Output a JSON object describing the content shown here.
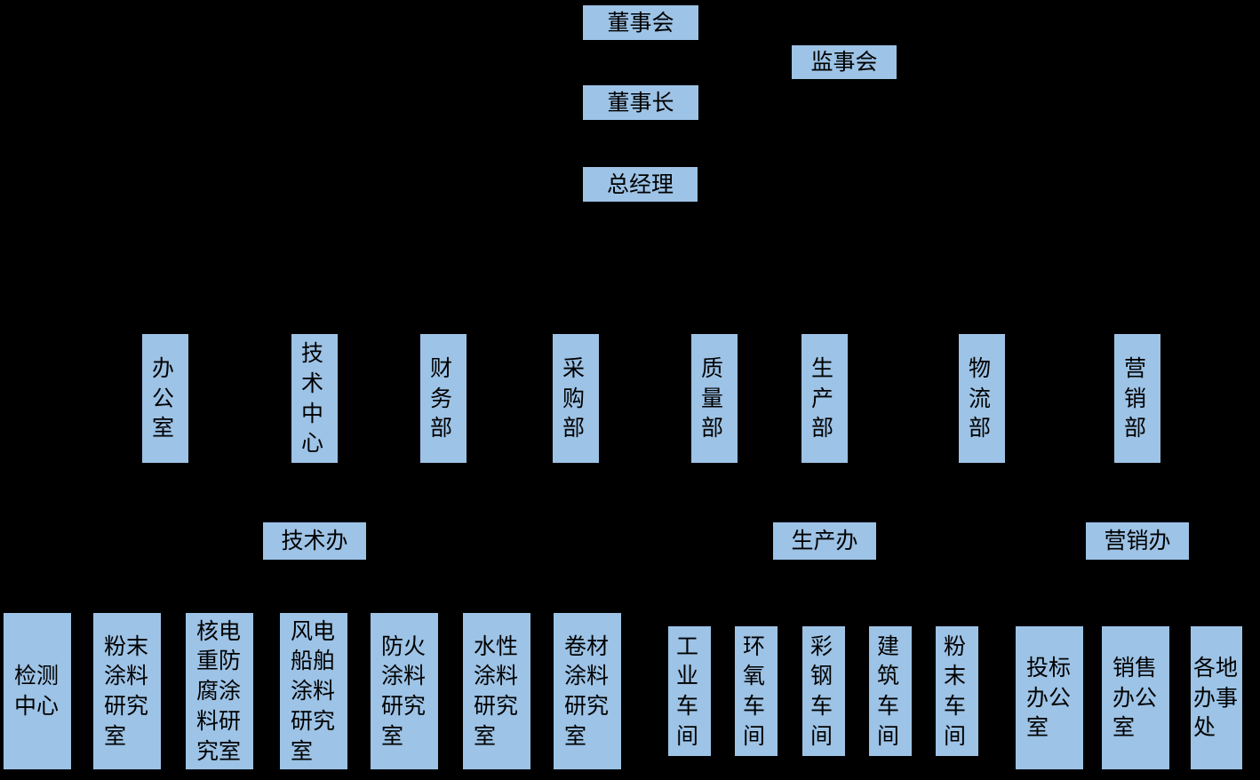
{
  "colors": {
    "background": "#000000",
    "node_fill": "#9DC3E6",
    "node_text": "#000000"
  },
  "org": {
    "top": [
      {
        "id": "board-of-directors",
        "label": "董事会"
      },
      {
        "id": "supervisory-board",
        "label": "监事会"
      },
      {
        "id": "chairman",
        "label": "董事长"
      },
      {
        "id": "general-manager",
        "label": "总经理"
      }
    ],
    "departments": [
      {
        "id": "office",
        "label": "办公室"
      },
      {
        "id": "technical-center",
        "label": "技术中心"
      },
      {
        "id": "finance-dept",
        "label": "财务部"
      },
      {
        "id": "purchasing-dept",
        "label": "采购部"
      },
      {
        "id": "quality-dept",
        "label": "质量部"
      },
      {
        "id": "production-dept",
        "label": "生产部"
      },
      {
        "id": "logistics-dept",
        "label": "物流部"
      },
      {
        "id": "marketing-dept",
        "label": "营销部"
      }
    ],
    "offices": [
      {
        "id": "technical-office",
        "label": "技术办"
      },
      {
        "id": "production-office",
        "label": "生产办"
      },
      {
        "id": "marketing-office",
        "label": "营销办"
      }
    ],
    "units": [
      {
        "id": "testing-center",
        "label": "检测中心"
      },
      {
        "id": "powder-coating-research-lab",
        "label": "粉末涂料研究室"
      },
      {
        "id": "nuclear-heavy-anticorrosion-coating-research-lab",
        "label": "核电重防腐涂料研究室"
      },
      {
        "id": "wind-marine-coating-research-lab",
        "label": "风电船舶涂料研究室"
      },
      {
        "id": "fireproof-coating-research-lab",
        "label": "防火涂料研究室"
      },
      {
        "id": "waterborne-coating-research-lab",
        "label": "水性涂料研究室"
      },
      {
        "id": "coil-coating-research-lab",
        "label": "卷材涂料研究室"
      },
      {
        "id": "industrial-workshop",
        "label": "工业车间"
      },
      {
        "id": "epoxy-workshop",
        "label": "环氧车间"
      },
      {
        "id": "color-steel-workshop",
        "label": "彩钢车间"
      },
      {
        "id": "construction-workshop",
        "label": "建筑车间"
      },
      {
        "id": "powder-workshop",
        "label": "粉末车间"
      },
      {
        "id": "bidding-office",
        "label": "投标办公室"
      },
      {
        "id": "sales-office",
        "label": "销售办公室"
      },
      {
        "id": "regional-offices",
        "label": "各地办事处"
      }
    ]
  }
}
